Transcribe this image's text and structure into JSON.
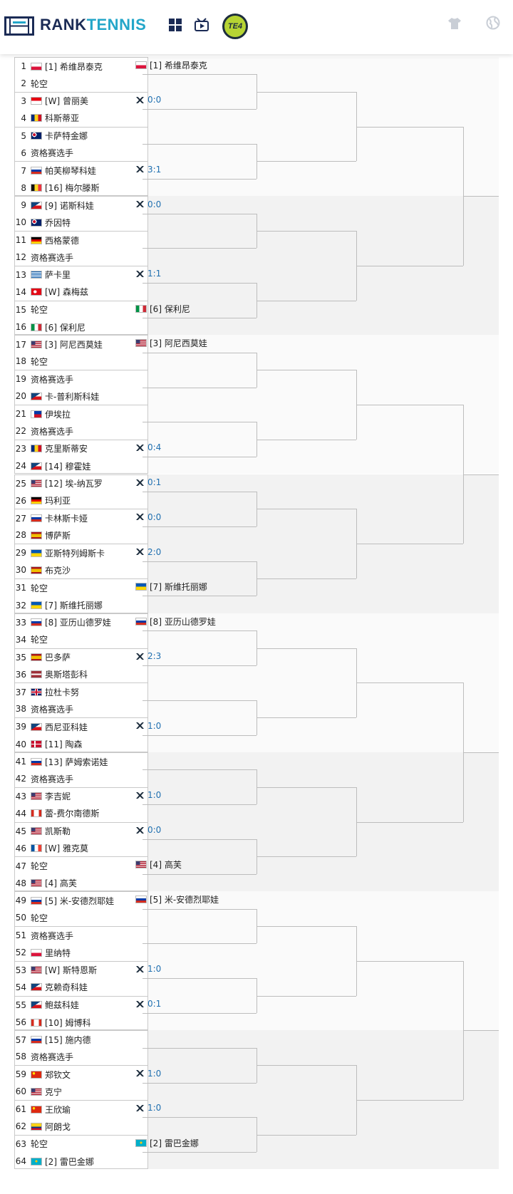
{
  "header": {
    "brand_prefix": "RANK",
    "brand_suffix": "TENNIS",
    "badge": "TE4",
    "icons": [
      "grid-icon",
      "video-icon",
      "shirt-icon",
      "globe-icon"
    ]
  },
  "colors": {
    "accent": "#23a6c9",
    "brand_dark": "#1b2b55",
    "score_blue": "#1f6fb0",
    "badge_green": "#b6d433"
  },
  "blocks": [
    {
      "players": [
        {
          "num": "1",
          "flag": "pol",
          "name": "[1] 希维昂泰克"
        },
        {
          "num": "2",
          "flag": "",
          "name": "轮空"
        },
        {
          "num": "3",
          "flag": "idn",
          "name": "[W] 曾丽美"
        },
        {
          "num": "4",
          "flag": "rou",
          "name": "科斯蒂亚"
        },
        {
          "num": "5",
          "flag": "aus",
          "name": "卡萨特金娜"
        },
        {
          "num": "6",
          "flag": "",
          "name": "资格赛选手"
        },
        {
          "num": "7",
          "flag": "rus",
          "name": "帕芙柳琴科娃"
        },
        {
          "num": "8",
          "flag": "bel",
          "name": "[16] 梅尔滕斯"
        }
      ],
      "r2": [
        {
          "type": "player",
          "flag": "pol",
          "text": "[1] 希维昂泰克"
        },
        {
          "type": "score",
          "text": "0:0"
        },
        null,
        {
          "type": "score",
          "text": "3:1"
        }
      ]
    },
    {
      "players": [
        {
          "num": "9",
          "flag": "cze",
          "name": "[9] 诺斯科娃"
        },
        {
          "num": "10",
          "flag": "aus",
          "name": "乔因特"
        },
        {
          "num": "11",
          "flag": "ger",
          "name": "西格蒙德"
        },
        {
          "num": "12",
          "flag": "",
          "name": "资格赛选手"
        },
        {
          "num": "13",
          "flag": "gre",
          "name": "萨卡里"
        },
        {
          "num": "14",
          "flag": "tur",
          "name": "[W] 森梅兹"
        },
        {
          "num": "15",
          "flag": "",
          "name": "轮空"
        },
        {
          "num": "16",
          "flag": "ita",
          "name": "[6] 保利尼"
        }
      ],
      "r2": [
        {
          "type": "score",
          "text": "0:0"
        },
        null,
        {
          "type": "score",
          "text": "1:1"
        },
        {
          "type": "player",
          "flag": "ita",
          "text": "[6] 保利尼"
        }
      ]
    },
    {
      "players": [
        {
          "num": "17",
          "flag": "usa",
          "name": "[3] 阿尼西莫娃"
        },
        {
          "num": "18",
          "flag": "",
          "name": "轮空"
        },
        {
          "num": "19",
          "flag": "",
          "name": "资格赛选手"
        },
        {
          "num": "20",
          "flag": "cze",
          "name": "卡-普利斯科娃"
        },
        {
          "num": "21",
          "flag": "phi",
          "name": "伊埃拉"
        },
        {
          "num": "22",
          "flag": "",
          "name": "资格赛选手"
        },
        {
          "num": "23",
          "flag": "rou",
          "name": "克里斯蒂安"
        },
        {
          "num": "24",
          "flag": "cze",
          "name": "[14] 穆霍娃"
        }
      ],
      "r2": [
        {
          "type": "player",
          "flag": "usa",
          "text": "[3] 阿尼西莫娃"
        },
        null,
        null,
        {
          "type": "score",
          "text": "0:4"
        }
      ]
    },
    {
      "players": [
        {
          "num": "25",
          "flag": "usa",
          "name": "[12] 埃-纳瓦罗"
        },
        {
          "num": "26",
          "flag": "ger",
          "name": "玛利亚"
        },
        {
          "num": "27",
          "flag": "rus",
          "name": "卡林斯卡娅"
        },
        {
          "num": "28",
          "flag": "esp",
          "name": "博萨斯"
        },
        {
          "num": "29",
          "flag": "ukr",
          "name": "亚斯特列姆斯卡"
        },
        {
          "num": "30",
          "flag": "esp",
          "name": "布克沙"
        },
        {
          "num": "31",
          "flag": "",
          "name": "轮空"
        },
        {
          "num": "32",
          "flag": "ukr",
          "name": "[7] 斯维托丽娜"
        }
      ],
      "r2": [
        {
          "type": "score",
          "text": "0:1"
        },
        {
          "type": "score",
          "text": "0:0"
        },
        {
          "type": "score",
          "text": "2:0"
        },
        {
          "type": "player",
          "flag": "ukr",
          "text": "[7] 斯维托丽娜"
        }
      ]
    },
    {
      "players": [
        {
          "num": "33",
          "flag": "rus",
          "name": "[8] 亚历山德罗娃"
        },
        {
          "num": "34",
          "flag": "",
          "name": "轮空"
        },
        {
          "num": "35",
          "flag": "esp",
          "name": "巴多萨"
        },
        {
          "num": "36",
          "flag": "lat",
          "name": "奥斯塔彭科"
        },
        {
          "num": "37",
          "flag": "gbr",
          "name": "拉杜卡努"
        },
        {
          "num": "38",
          "flag": "",
          "name": "资格赛选手"
        },
        {
          "num": "39",
          "flag": "cze",
          "name": "西尼亚科娃"
        },
        {
          "num": "40",
          "flag": "den",
          "name": "[11] 陶森"
        }
      ],
      "r2": [
        {
          "type": "player",
          "flag": "rus",
          "text": "[8] 亚历山德罗娃"
        },
        {
          "type": "score",
          "text": "2:3"
        },
        null,
        {
          "type": "score",
          "text": "1:0"
        }
      ]
    },
    {
      "players": [
        {
          "num": "41",
          "flag": "rus",
          "name": "[13] 萨姆索诺娃"
        },
        {
          "num": "42",
          "flag": "",
          "name": "资格赛选手"
        },
        {
          "num": "43",
          "flag": "usa",
          "name": "李吉妮"
        },
        {
          "num": "44",
          "flag": "can",
          "name": "蕾-费尔南德斯"
        },
        {
          "num": "45",
          "flag": "usa",
          "name": "凯斯勒"
        },
        {
          "num": "46",
          "flag": "fra",
          "name": "[W] 雅克莫"
        },
        {
          "num": "47",
          "flag": "",
          "name": "轮空"
        },
        {
          "num": "48",
          "flag": "usa",
          "name": "[4] 高芙"
        }
      ],
      "r2": [
        null,
        {
          "type": "score",
          "text": "1:0"
        },
        {
          "type": "score",
          "text": "0:0"
        },
        {
          "type": "player",
          "flag": "usa",
          "text": "[4] 高芙"
        }
      ]
    },
    {
      "players": [
        {
          "num": "49",
          "flag": "rus",
          "name": "[5] 米-安德烈耶娃"
        },
        {
          "num": "50",
          "flag": "",
          "name": "轮空"
        },
        {
          "num": "51",
          "flag": "",
          "name": "资格赛选手"
        },
        {
          "num": "52",
          "flag": "pol",
          "name": "里纳特"
        },
        {
          "num": "53",
          "flag": "usa",
          "name": "[W] 斯特恩斯"
        },
        {
          "num": "54",
          "flag": "cze",
          "name": "克赖奇科娃"
        },
        {
          "num": "55",
          "flag": "cze",
          "name": "鲍兹科娃"
        },
        {
          "num": "56",
          "flag": "can",
          "name": "[10] 姆博科"
        }
      ],
      "r2": [
        {
          "type": "player",
          "flag": "rus",
          "text": "[5] 米-安德烈耶娃"
        },
        null,
        {
          "type": "score",
          "text": "1:0"
        },
        {
          "type": "score",
          "text": "0:1"
        }
      ]
    },
    {
      "players": [
        {
          "num": "57",
          "flag": "rus",
          "name": "[15] 施内德"
        },
        {
          "num": "58",
          "flag": "",
          "name": "资格赛选手"
        },
        {
          "num": "59",
          "flag": "chn",
          "name": "郑钦文"
        },
        {
          "num": "60",
          "flag": "usa",
          "name": "克宁"
        },
        {
          "num": "61",
          "flag": "chn",
          "name": "王欣瑜"
        },
        {
          "num": "62",
          "flag": "col",
          "name": "阿朗戈"
        },
        {
          "num": "63",
          "flag": "",
          "name": "轮空"
        },
        {
          "num": "64",
          "flag": "kaz",
          "name": "[2] 雷巴金娜"
        }
      ],
      "r2": [
        null,
        {
          "type": "score",
          "text": "1:0"
        },
        {
          "type": "score",
          "text": "1:0"
        },
        {
          "type": "player",
          "flag": "kaz",
          "text": "[2] 雷巴金娜"
        }
      ]
    }
  ]
}
